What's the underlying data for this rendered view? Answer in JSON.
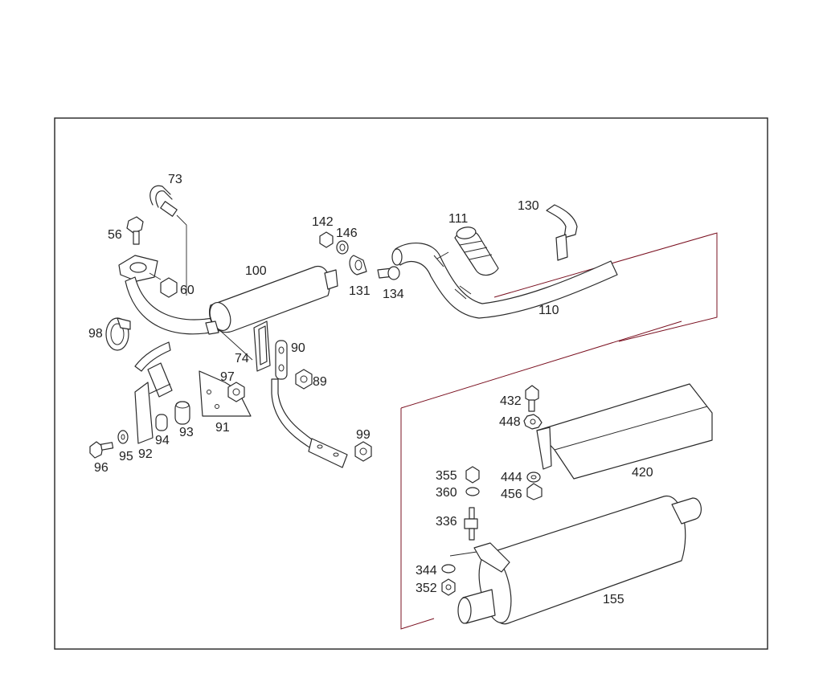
{
  "colors": {
    "frame": "#222222",
    "accent_line": "#7a1020",
    "part_stroke": "#2a2a2a"
  },
  "labels": {
    "l73": "73",
    "l56": "56",
    "l60": "60",
    "l100": "100",
    "l142": "142",
    "l146": "146",
    "l131": "131",
    "l134": "134",
    "l111": "111",
    "l130": "130",
    "l110": "110",
    "l98": "98",
    "l74": "74",
    "l90": "90",
    "l89": "89",
    "l97": "97",
    "l91": "91",
    "l94": "94",
    "l93": "93",
    "l96": "96",
    "l95": "95",
    "l92": "92",
    "l99": "99",
    "l432": "432",
    "l448": "448",
    "l420": "420",
    "l355": "355",
    "l360": "360",
    "l444": "444",
    "l456": "456",
    "l336": "336",
    "l344": "344",
    "l352": "352",
    "l155": "155"
  }
}
